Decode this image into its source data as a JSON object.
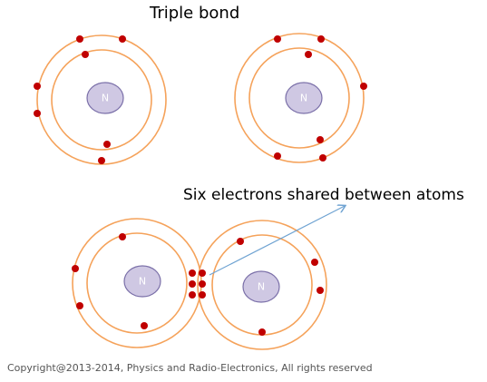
{
  "diagram": {
    "title": "Triple bond",
    "caption": "Six electrons shared between atoms",
    "copyright": "Copyright@2013-2014, Physics and Radio-Electronics, All rights reserved",
    "nucleus_label": "N",
    "atom_count": 4,
    "shared_electron_count": 6,
    "colors": {
      "orbit": "#F5A25A",
      "electron": "#C00000",
      "nucleus_fill": "#CFC8E3",
      "nucleus_stroke": "#7A6FA8",
      "arrow": "#6FA3D2"
    }
  }
}
